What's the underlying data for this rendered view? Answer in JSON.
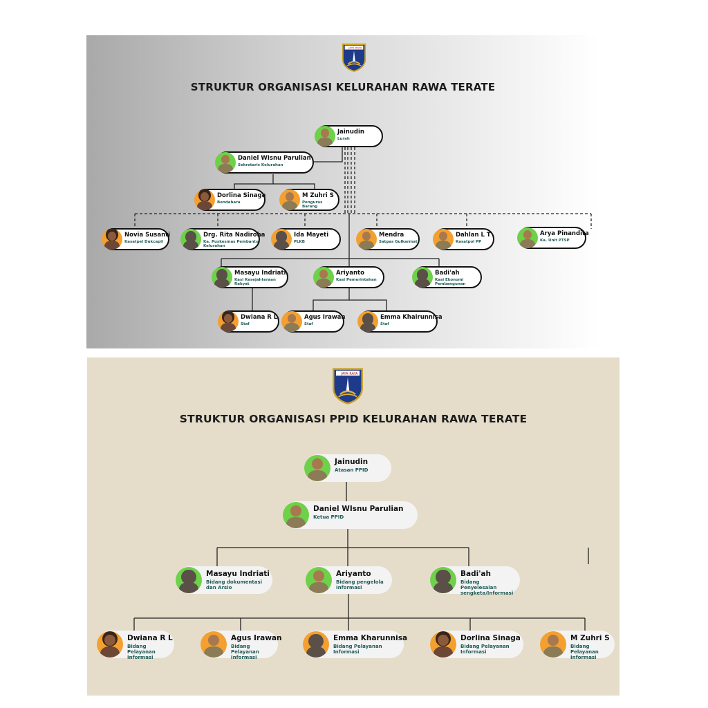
{
  "colors": {
    "avatar_green": "#6fd04a",
    "avatar_orange": "#f3a030",
    "panel2_bg": "#e5ddca",
    "role_text": "#1e5a57"
  },
  "emblem": {
    "label_left": "JAYA",
    "label_right": "RAYA"
  },
  "chart1": {
    "title": "STRUKTUR ORGANISASI KELURAHAN RAWA TERATE",
    "people": [
      {
        "id": "jainudin",
        "name": "Jainudin",
        "role": "Lurah",
        "ring": "green"
      },
      {
        "id": "daniel",
        "name": "Daniel WIsnu Parulian",
        "role": "Sekretaris Kelurahan",
        "ring": "green"
      },
      {
        "id": "dorlina",
        "name": "Dorlina Sinaga",
        "role": "Bendahara",
        "ring": "orange"
      },
      {
        "id": "zuhri",
        "name": "M Zuhri S",
        "role": "Pengurus Barang",
        "ring": "orange"
      },
      {
        "id": "novia",
        "name": "Novia Susanti",
        "role": "Kasatpel Dukcapil",
        "ring": "orange"
      },
      {
        "id": "rita",
        "name": "Drg. Rita Nadiroha",
        "role": "Ka. Puskesmas Pembantu Kelurahan",
        "ring": "green"
      },
      {
        "id": "ida",
        "name": "Ida Mayeti",
        "role": "PLKB",
        "ring": "orange"
      },
      {
        "id": "mendra",
        "name": "Mendra",
        "role": "Satgas Gulkarmat",
        "ring": "orange"
      },
      {
        "id": "dahlan",
        "name": "Dahlan L T",
        "role": "Kasatpol PP",
        "ring": "orange"
      },
      {
        "id": "arya",
        "name": "Arya Pinandita",
        "role": "Ka. Unit PTSP",
        "ring": "green"
      },
      {
        "id": "masayu",
        "name": "Masayu Indriati",
        "role": "Kasi Kesejahteraan Rakyat",
        "ring": "green"
      },
      {
        "id": "ariyanto",
        "name": "Ariyanto",
        "role": "Kasi Pemerintahan",
        "ring": "green"
      },
      {
        "id": "badiah",
        "name": "Badi'ah",
        "role": "Kasi Ekonomi Pembangunan",
        "ring": "green"
      },
      {
        "id": "dwiana",
        "name": "Dwiana R L",
        "role": "Staf",
        "ring": "orange"
      },
      {
        "id": "agus",
        "name": "Agus Irawan",
        "role": "Staf",
        "ring": "orange"
      },
      {
        "id": "emma",
        "name": "Emma Khairunnisa",
        "role": "Staf",
        "ring": "orange"
      }
    ]
  },
  "chart2": {
    "title": "STRUKTUR ORGANISASI PPID KELURAHAN RAWA TERATE",
    "people": [
      {
        "id": "jainudin",
        "name": "Jainudin",
        "role": "Atasan PPID",
        "ring": "green"
      },
      {
        "id": "daniel",
        "name": "Daniel WIsnu Parulian",
        "role": "Ketua PPID",
        "ring": "green"
      },
      {
        "id": "masayu",
        "name": "Masayu Indriati",
        "role": "Bidang dokumentasi dan Arsio",
        "ring": "green"
      },
      {
        "id": "ariyanto",
        "name": "Ariyanto",
        "role": "Bidang pengelola Informasi",
        "ring": "green"
      },
      {
        "id": "badiah",
        "name": "Badi'ah",
        "role": "Bidang Penyelesaian sengketa/Informasi",
        "ring": "green"
      },
      {
        "id": "dwiana",
        "name": "Dwiana R L",
        "role": "Bidang Pelayanan Informasi",
        "ring": "orange"
      },
      {
        "id": "agus",
        "name": "Agus Irawan",
        "role": "Bidang Pelayanan Informasi",
        "ring": "orange"
      },
      {
        "id": "emma",
        "name": "Emma Kharunnisa",
        "role": "Bidang Pelayanan Informasi",
        "ring": "orange"
      },
      {
        "id": "dorlina",
        "name": "Dorlina Sinaga",
        "role": "Bidang Pelayanan Informasi",
        "ring": "orange"
      },
      {
        "id": "zuhri",
        "name": "M Zuhri S",
        "role": "Bidang Pelayanan Informasi",
        "ring": "orange"
      }
    ]
  }
}
